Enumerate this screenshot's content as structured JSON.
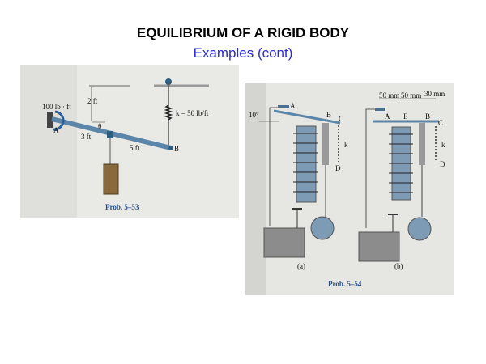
{
  "slide": {
    "title": "EQUILIBRIUM OF A RIGID BODY",
    "subtitle": "Examples (cont)"
  },
  "figure1": {
    "moment": "100 lb · ft",
    "height": "2 ft",
    "spring": "k = 50 lb/ft",
    "angle": "θ",
    "point_a": "A",
    "point_b": "B",
    "seg1": "3 ft",
    "seg2": "5 ft",
    "caption": "Prob. 5–53"
  },
  "figure2": {
    "angle": "10°",
    "a": {
      "A": "A",
      "B": "B",
      "C": "C",
      "D": "D",
      "k": "k",
      "label": "(a)"
    },
    "b": {
      "A": "A",
      "E": "E",
      "B": "B",
      "C": "C",
      "D": "D",
      "k": "k",
      "dim1": "50 mm",
      "dim2": "50 mm",
      "dim3": "30 mm",
      "label": "(b)"
    },
    "caption": "Prob. 5–54"
  }
}
